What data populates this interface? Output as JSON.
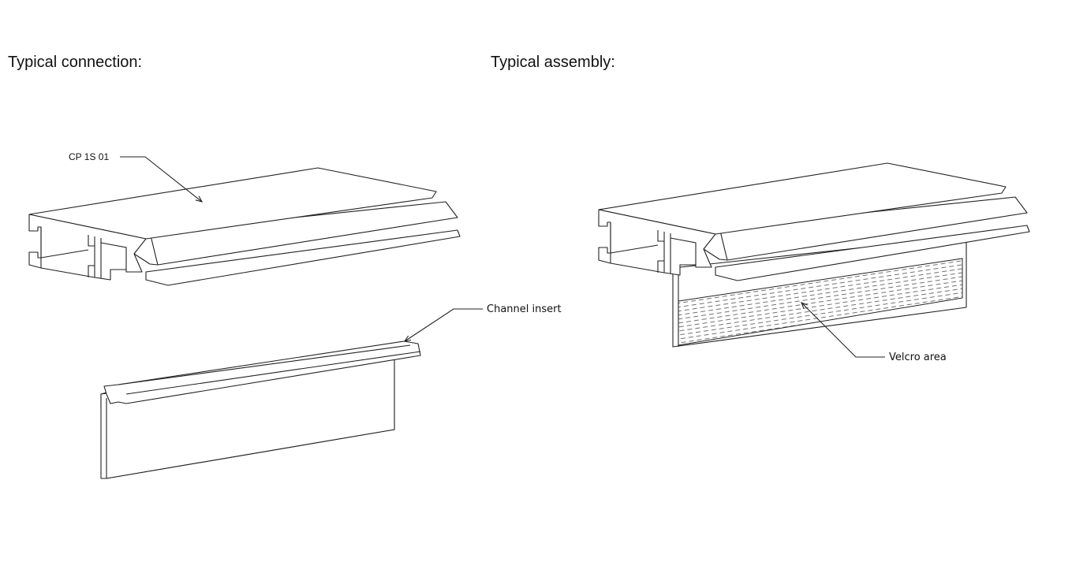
{
  "headings": {
    "left": "Typical connection:",
    "right": "Typical assembly:"
  },
  "callouts": {
    "profile": "CP 1S 01",
    "channel_insert": "Channel insert",
    "velcro": "Velcro area"
  }
}
